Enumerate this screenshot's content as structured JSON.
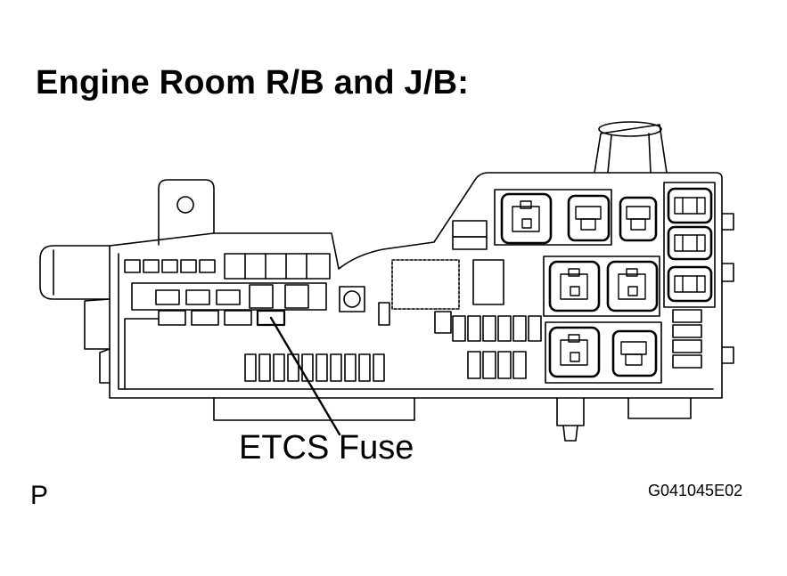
{
  "title": "Engine Room R/B and J/B:",
  "callout_label": "ETCS Fuse",
  "corner_left": "P",
  "corner_right": "G041045E02",
  "colors": {
    "ink": "#000000",
    "background": "#ffffff"
  }
}
